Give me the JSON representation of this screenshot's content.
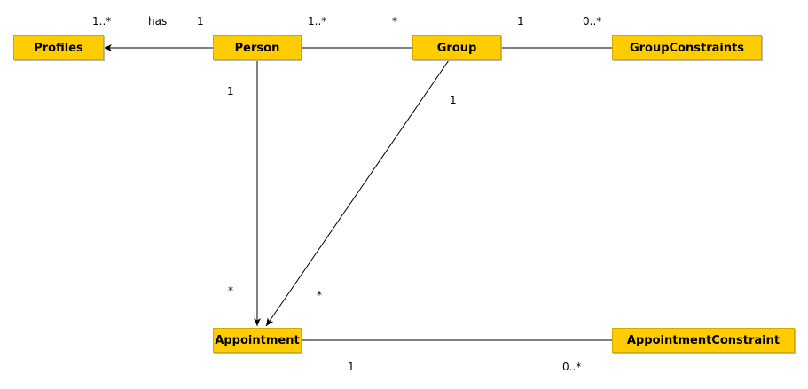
{
  "nodes": {
    "profiles": "Profiles",
    "person": "Person",
    "group": "Group",
    "group_constraints": "GroupConstraints",
    "appointment": "Appointment",
    "appointment_constraint": "AppointmentConstraint"
  },
  "edges": {
    "person_profiles": {
      "name": "has",
      "source_mult": "1",
      "target_mult": "1..*"
    },
    "person_group": {
      "source_mult": "1..*",
      "target_mult": "*"
    },
    "group_groupconstraints": {
      "source_mult": "1",
      "target_mult": "0..*"
    },
    "person_appointment": {
      "source_mult": "1",
      "target_mult": "*"
    },
    "group_appointment": {
      "source_mult": "1",
      "target_mult": "*"
    },
    "appointment_appointmentconstraint": {
      "source_mult": "1",
      "target_mult": "0..*"
    }
  },
  "colors": {
    "node_fill": "#ffcc00",
    "node_border": "#d4a800",
    "edge": "#000000"
  }
}
